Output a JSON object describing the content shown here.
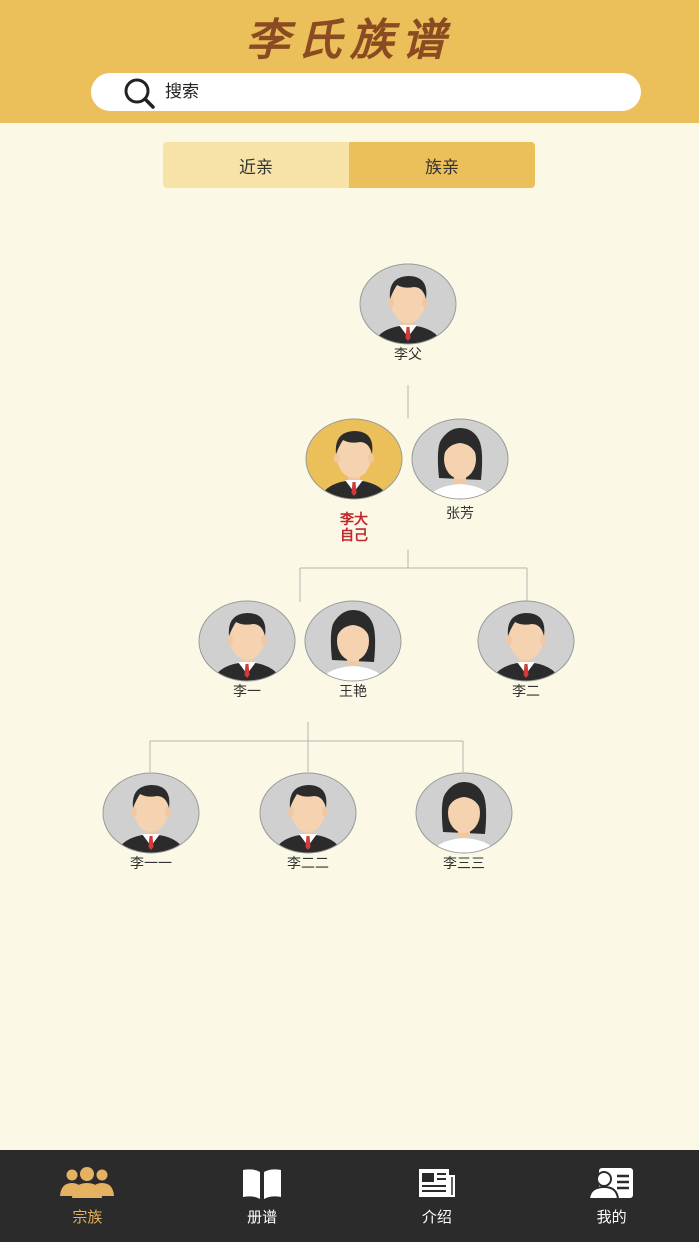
{
  "header": {
    "title": "李氏族谱",
    "search_placeholder": "搜索"
  },
  "tabs": [
    {
      "label": "近亲",
      "active": false
    },
    {
      "label": "族亲",
      "active": true
    }
  ],
  "tree": {
    "generation1": [
      {
        "name": "李父",
        "gender": "male"
      }
    ],
    "generation2": [
      {
        "name": "李大",
        "tag": "自己",
        "gender": "male",
        "is_self": true
      },
      {
        "name": "张芳",
        "gender": "female"
      }
    ],
    "generation3": [
      {
        "name": "李一",
        "gender": "male"
      },
      {
        "name": "王艳",
        "gender": "female"
      },
      {
        "name": "李二",
        "gender": "male"
      }
    ],
    "generation4": [
      {
        "name": "李一一",
        "gender": "male"
      },
      {
        "name": "李二二",
        "gender": "male"
      },
      {
        "name": "李三三",
        "gender": "female"
      }
    ]
  },
  "nav": [
    {
      "label": "宗族",
      "icon": "clan-icon",
      "active": true
    },
    {
      "label": "册谱",
      "icon": "book-icon",
      "active": false
    },
    {
      "label": "介绍",
      "icon": "newspaper-icon",
      "active": false
    },
    {
      "label": "我的",
      "icon": "profile-card-icon",
      "active": false
    }
  ],
  "colors": {
    "header": "#ebbf59",
    "background": "#fbf9e6",
    "tab_active": "#ebbf59",
    "tab_inactive": "#f7e2a8",
    "self_highlight": "#ebbf59",
    "self_text": "#c0282d",
    "nav_bg": "#2b2b2b",
    "nav_active": "#e4b261"
  }
}
